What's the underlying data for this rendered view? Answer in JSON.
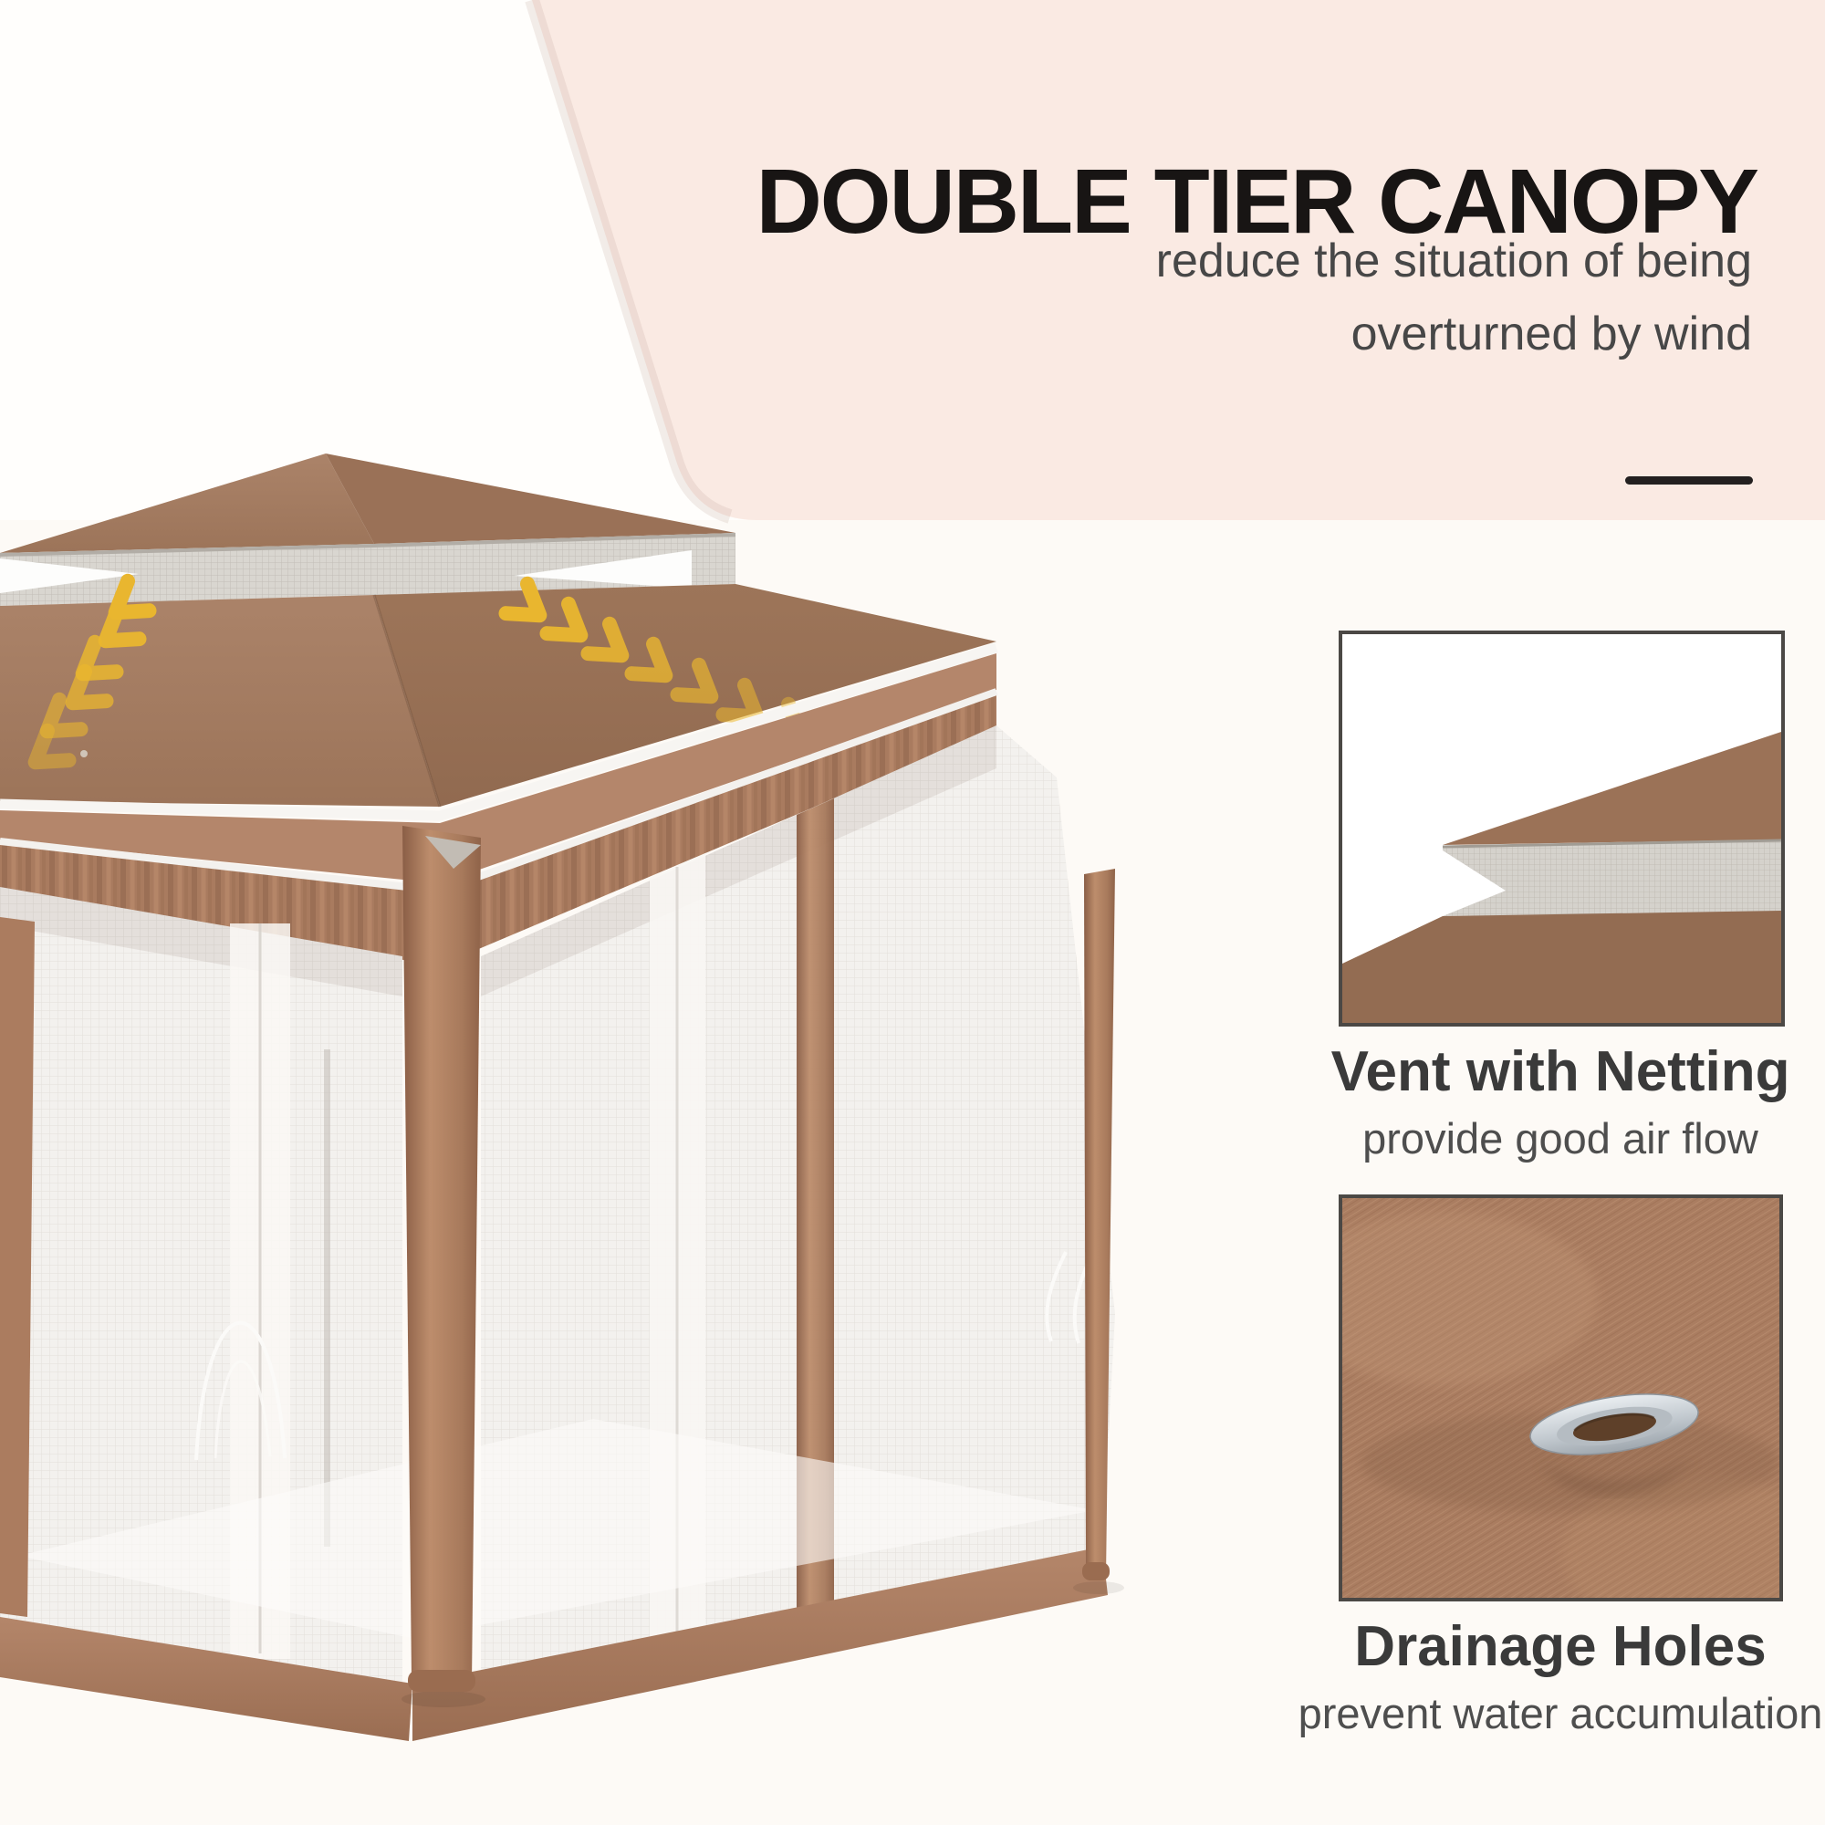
{
  "header": {
    "title": "DOUBLE TIER CANOPY",
    "subtitle_lines": [
      "reduce the situation of being",
      "overturned by wind"
    ]
  },
  "features": [
    {
      "title": "Vent with Netting",
      "description": "provide good air flow"
    },
    {
      "title": "Drainage Holes",
      "description": "prevent water accumulation"
    }
  ],
  "colors": {
    "background": "#fdfaf6",
    "accent_panel_pink": "#faeae3",
    "canopy_brown": "#9c7459",
    "frame_brown": "#ac7e61",
    "netting_gray": "#d9d6d0",
    "mesh_wall": "#f3f1ee",
    "arrow_gold": "#e9b62f",
    "grommet_silver": "#c9d0d5",
    "title_text": "#181514",
    "subtitle_text": "#474747",
    "feature_title_text": "#3a3a3a",
    "feature_description_text": "#4e4e4e",
    "divider_dark": "#232020"
  },
  "icons": [
    {
      "name": "airflow-arrows-left-icon",
      "meaning": "gold chevrons showing air flow on left roof face"
    },
    {
      "name": "airflow-arrows-right-icon",
      "meaning": "gold chevrons showing air flow on right roof face"
    },
    {
      "name": "grommet-icon",
      "meaning": "metal drainage grommet in canopy fabric"
    }
  ]
}
